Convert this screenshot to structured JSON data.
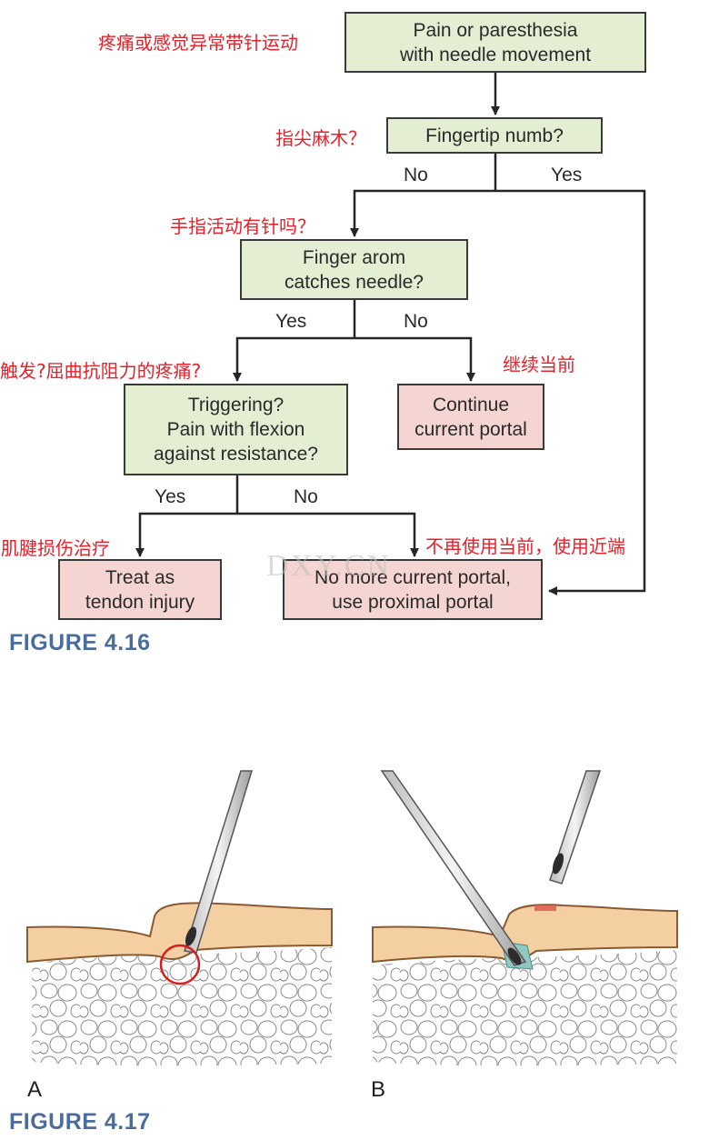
{
  "flowchart": {
    "nodes": {
      "pain": [
        "Pain or paresthesia",
        "with needle movement"
      ],
      "fingertip": [
        "Fingertip numb?"
      ],
      "finger_arom": [
        "Finger arom",
        "catches needle?"
      ],
      "triggering": [
        "Triggering?",
        "Pain with flexion",
        "against resistance?"
      ],
      "continue": [
        "Continue",
        "current portal"
      ],
      "tendon": [
        "Treat as",
        "tendon injury"
      ],
      "no_more": [
        "No more current portal,",
        "use proximal portal"
      ]
    },
    "branch_labels": {
      "fingertip_no": "No",
      "fingertip_yes": "Yes",
      "arom_yes": "Yes",
      "arom_no": "No",
      "trig_yes": "Yes",
      "trig_no": "No"
    }
  },
  "annotations_cn": {
    "pain": "疼痛或感觉异常带针运动",
    "fingertip": "指尖麻木？",
    "finger_arom": "手指活动有针吗？",
    "triggering": "触发?屈曲抗阻力的疼痛?",
    "continue": "继续当前",
    "tendon": "肌腱损伤治疗",
    "no_more": "不再使用当前，使用近端"
  },
  "watermark": "DXY.CN",
  "figure_labels": {
    "fig16": "FIGURE 4.16",
    "fig17": "FIGURE 4.17"
  },
  "panels": {
    "a": "A",
    "b": "B"
  },
  "colors": {
    "box_green": "#e3eed3",
    "box_pink": "#f5d5d1",
    "annotation_red": "#e8202a",
    "figure_label_blue": "#4a6d9e",
    "skin_tan": "#f3cfa2",
    "skin_outline": "#8a5a32",
    "highlight_circle": "#d81e1e",
    "injury_teal": "#8fc8c2",
    "injury_red": "#e06c5e"
  }
}
